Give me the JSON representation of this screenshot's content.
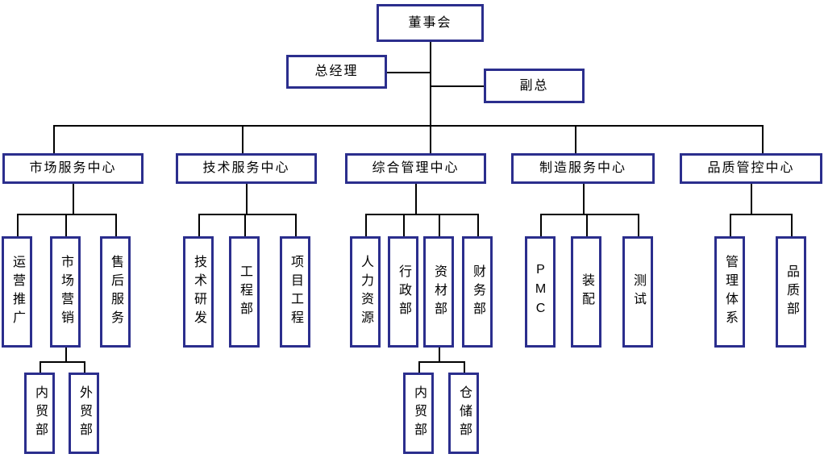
{
  "colors": {
    "box_border": "#2b2e8d",
    "line": "#000000",
    "bg": "#ffffff",
    "text": "#000000"
  },
  "org": {
    "board": {
      "label": "董事会"
    },
    "general_manager": {
      "label": "总经理"
    },
    "deputy": {
      "label": "副总"
    },
    "centers": [
      {
        "label": "市场服务中心",
        "departments": [
          {
            "label": "运营推广"
          },
          {
            "label": "市场营销",
            "sub": [
              {
                "label": "内贸部"
              },
              {
                "label": "外贸部"
              }
            ]
          },
          {
            "label": "售后服务"
          }
        ]
      },
      {
        "label": "技术服务中心",
        "departments": [
          {
            "label": "技术研发"
          },
          {
            "label": "工程部"
          },
          {
            "label": "项目工程"
          }
        ]
      },
      {
        "label": "综合管理中心",
        "departments": [
          {
            "label": "人力资源"
          },
          {
            "label": "行政部"
          },
          {
            "label": "资材部",
            "sub": [
              {
                "label": "内贸部"
              },
              {
                "label": "仓储部"
              }
            ]
          },
          {
            "label": "财务部"
          }
        ]
      },
      {
        "label": "制造服务中心",
        "departments": [
          {
            "label": "PMC"
          },
          {
            "label": "装配"
          },
          {
            "label": "测试"
          }
        ]
      },
      {
        "label": "品质管控中心",
        "departments": [
          {
            "label": "管理体系"
          },
          {
            "label": "品质部"
          }
        ]
      }
    ]
  }
}
